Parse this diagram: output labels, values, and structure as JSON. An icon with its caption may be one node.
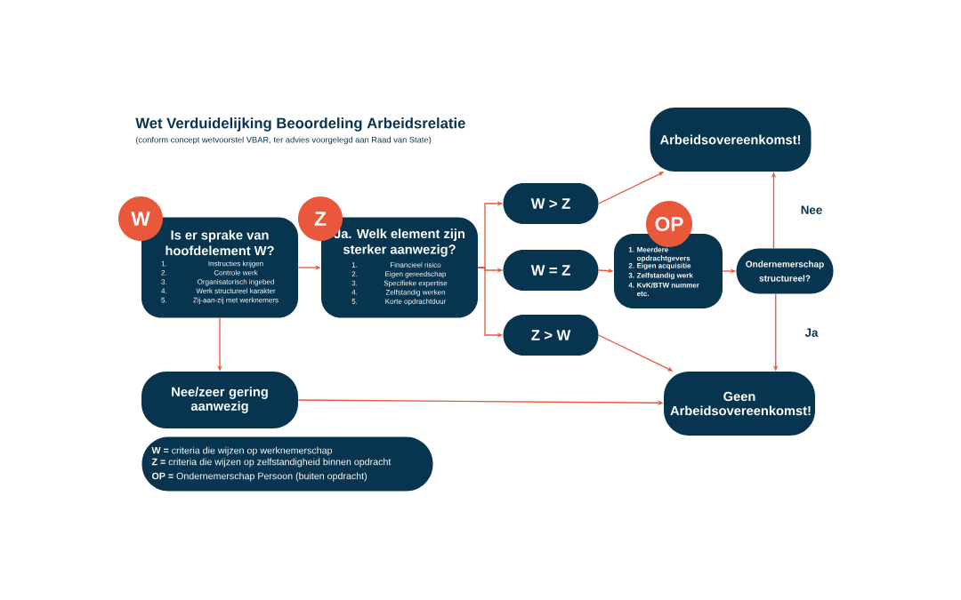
{
  "diagram": {
    "title": "Wet Verduidelijking Beoordeling Arbeidsrelatie",
    "caption": "(conform concept wetvoorstel VBAR, ter advies voorgelegd aan Raad van State)",
    "nodes": [
      {
        "text": [
          "W"
        ]
      },
      {
        "text": [
          "Is er sprake van hoofdelement W?",
          "1.",
          "Instructies krijgen",
          "2.",
          "Controle werk",
          "3.",
          "Organisatorisch ingebed",
          "4.",
          "Werk structureel karakter",
          "5.",
          "Zij-aan-zij met werknemers"
        ]
      },
      {
        "text": [
          "Z"
        ]
      },
      {
        "text": [
          "Ja. Welk element zijn sterker aanwezig?",
          "1.",
          "Financieel risico",
          "2.",
          "Eigen gereedschap",
          "3.",
          "Specifieke expertise",
          "4.",
          "Zelfstandig werken",
          "5.",
          "Korte opdrachtduur"
        ]
      },
      {
        "text": [
          "W > Z"
        ]
      },
      {
        "text": [
          "W = Z"
        ]
      },
      {
        "text": [
          "Z > W"
        ]
      },
      {
        "text": [
          "OP"
        ]
      },
      {
        "text": [
          "1.",
          "Meerdere opdrachtgevers",
          "2.",
          "Eigen acquisitie",
          "3.",
          "Zelfstandig werk",
          "4.",
          "KvK/BTW nummer etc."
        ]
      },
      {
        "text": [
          "Ondernemerschap structureel?"
        ]
      },
      {
        "text": [
          "Arbeidsovereenkomst!"
        ]
      },
      {
        "text": [
          "Geen Arbeidsovereenkomst!"
        ]
      },
      {
        "text": [
          "Nee/zeer gering aanwezig"
        ]
      },
      {
        "text": [
          "**W =** criteria die wijzen op werknemerschap",
          "**Z =** criteria die wijzen op zelfstandigheid binnen opdracht",
          "**OP =** Ondernemerschap Persoon (buiten opdracht)"
        ]
      }
    ],
    "edges": [
      {
        "from": 1,
        "to": 3,
        "arrow": "to"
      },
      {
        "from": 3,
        "to": 4,
        "arrow": "to"
      },
      {
        "from": 3,
        "to": 5,
        "arrow": "to"
      },
      {
        "from": 3,
        "to": 6,
        "arrow": "to"
      },
      {
        "from": 4,
        "to": 10,
        "arrow": "to"
      },
      {
        "from": 5,
        "to": 8,
        "arrow": "to"
      },
      {
        "from": 8,
        "to": 9,
        "arrow": "to"
      },
      {
        "from": 9,
        "to": 10,
        "arrow": "to",
        "label": "Nee"
      },
      {
        "from": 9,
        "to": 11,
        "arrow": "to",
        "label": "Ja"
      },
      {
        "from": 6,
        "to": 11,
        "arrow": "to"
      },
      {
        "from": 1,
        "to": 12,
        "arrow": "to"
      },
      {
        "from": 12,
        "to": 11,
        "arrow": "to"
      }
    ]
  }
}
